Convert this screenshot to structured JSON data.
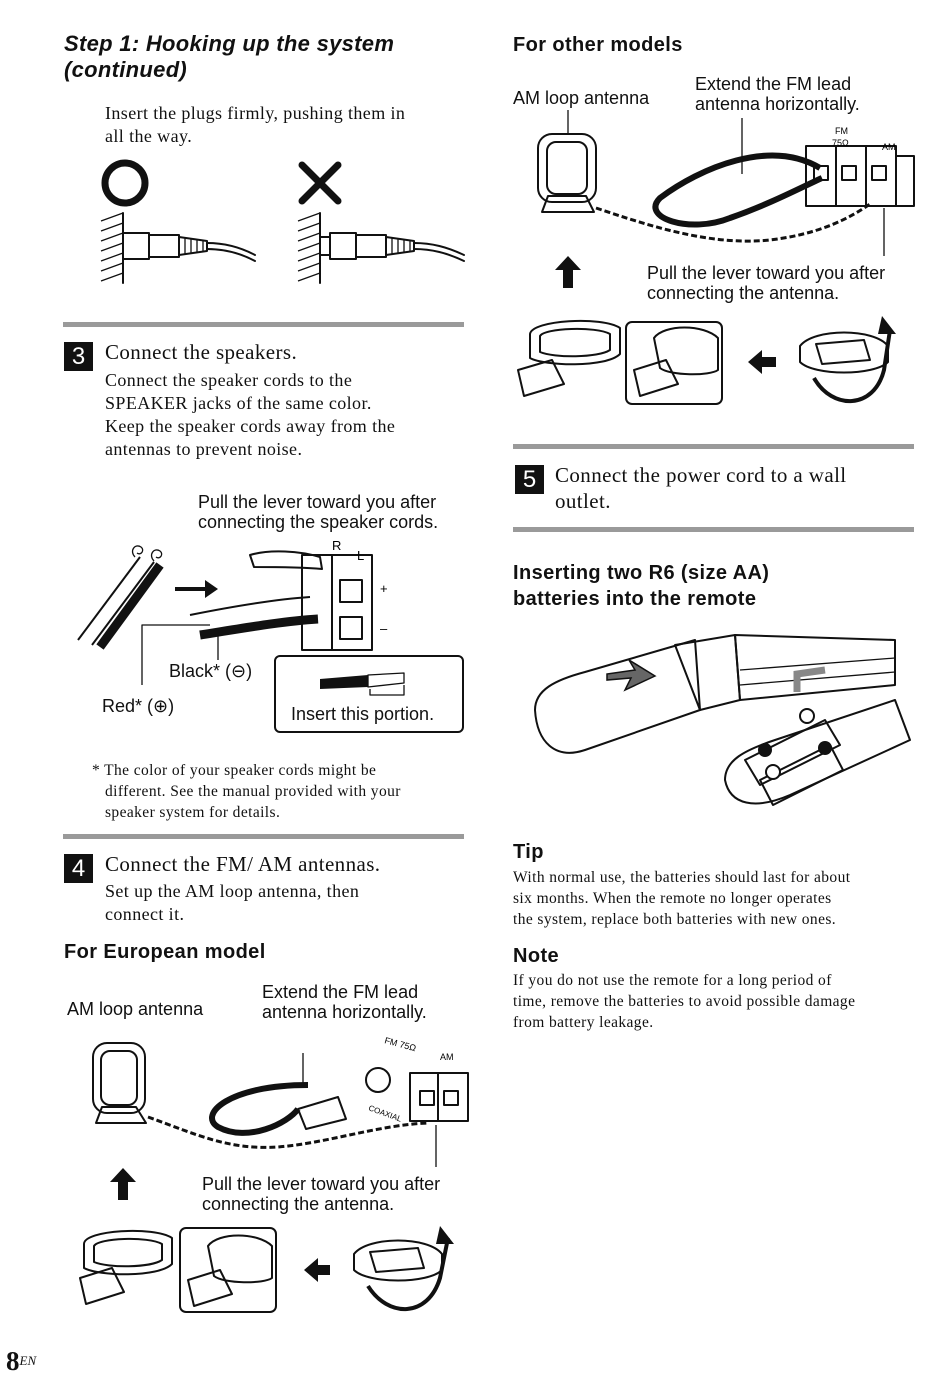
{
  "left": {
    "heading_line1": "Step 1:  Hooking up the system",
    "heading_line2": "(continued)",
    "plugs_line1": "Insert the plugs firmly, pushing them in",
    "plugs_line2": "all the way.",
    "step3": {
      "number": "3",
      "title": "Connect the speakers.",
      "line1": "Connect the speaker cords to the",
      "line2": "SPEAKER jacks of the same color.",
      "line3": "Keep the speaker cords away from the",
      "line4": "antennas to prevent noise.",
      "lever_line1": "Pull the lever toward you after",
      "lever_line2": "connecting the speaker cords.",
      "jack_r": "R",
      "jack_l": "L",
      "plus_mark": "+",
      "minus_mark": "–",
      "black_label": "Black*  (⊖)",
      "red_label": "Red*  (⊕)",
      "insert_label": "Insert this portion.",
      "footnote_line1": "* The color of your speaker cords might be",
      "footnote_line2": "different.  See the manual provided with your",
      "footnote_line3": "speaker system for details."
    },
    "step4": {
      "number": "4",
      "title": "Connect the FM/ AM antennas.",
      "line1": "Set up the AM loop antenna, then",
      "line2": "connect it.",
      "european_heading": "For European model",
      "am_loop_label": "AM loop antenna",
      "fm_line1": "Extend the FM lead",
      "fm_line2": "antenna horizontally.",
      "fm75_label": "FM 75Ω",
      "am_jack_label": "AM",
      "coaxial_label": "COAXIAL",
      "lever_line1": "Pull the lever toward you after",
      "lever_line2": "connecting the antenna."
    },
    "page_number": "8",
    "page_suffix": "EN"
  },
  "right": {
    "other_heading": "For other models",
    "am_loop_label": "AM loop antenna",
    "fm_line1": "Extend the FM lead",
    "fm_line2": "antenna horizontally.",
    "fm_jack_label": "FM",
    "fm_ohm_label": "75Ω",
    "am_jack_label": "AM",
    "lever_line1": "Pull the lever toward you after",
    "lever_line2": "connecting the antenna.",
    "step5": {
      "number": "5",
      "line1": "Connect the power cord to a wall",
      "line2": "outlet."
    },
    "battery_heading_line1": "Inserting two R6 (size AA)",
    "battery_heading_line2": "batteries into the remote",
    "tip_heading": "Tip",
    "tip_line1": "With normal use, the batteries should last for about",
    "tip_line2": "six months.  When the remote no longer operates",
    "tip_line3": "the system, replace both batteries with new ones.",
    "note_heading": "Note",
    "note_line1": "If you do not use the remote for a long period of",
    "note_line2": "time, remove the batteries to avoid possible damage",
    "note_line3": "from battery leakage."
  }
}
